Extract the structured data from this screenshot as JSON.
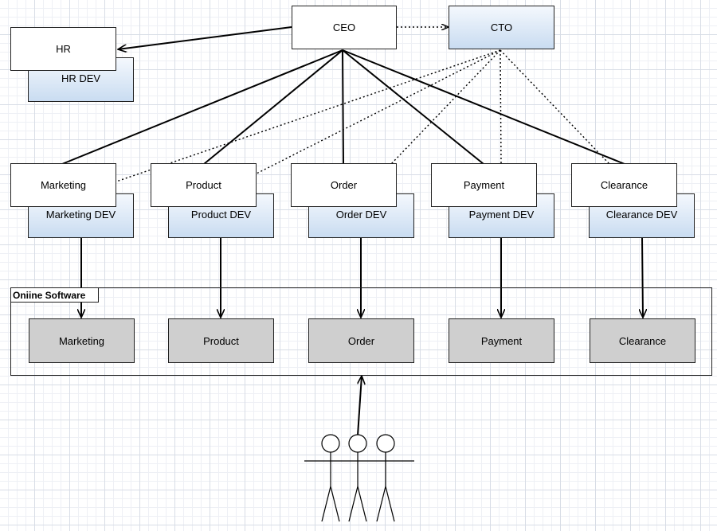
{
  "nodes": {
    "hr": "HR",
    "hr_dev": "HR DEV",
    "ceo": "CEO",
    "cto": "CTO",
    "departments": [
      {
        "key": "marketing",
        "label": "Marketing",
        "dev_label": "Marketing DEV"
      },
      {
        "key": "product",
        "label": "Product",
        "dev_label": "Product DEV"
      },
      {
        "key": "order",
        "label": "Order",
        "dev_label": "Order DEV"
      },
      {
        "key": "payment",
        "label": "Payment",
        "dev_label": "Payment DEV"
      },
      {
        "key": "clearance",
        "label": "Clearance",
        "dev_label": "Clearance DEV"
      }
    ]
  },
  "software": {
    "frame_label": "Oniine Software",
    "modules": [
      "Marketing",
      "Product",
      "Order",
      "Payment",
      "Clearance"
    ]
  },
  "actor": {
    "icon": "user-group-icon",
    "count": 3
  },
  "colors": {
    "line": "#000000",
    "dev_fill_top": "#f4f8fd",
    "dev_fill_bottom": "#c9dcf1",
    "module_fill": "#cfcfcf",
    "grid": "#d8dde6"
  }
}
